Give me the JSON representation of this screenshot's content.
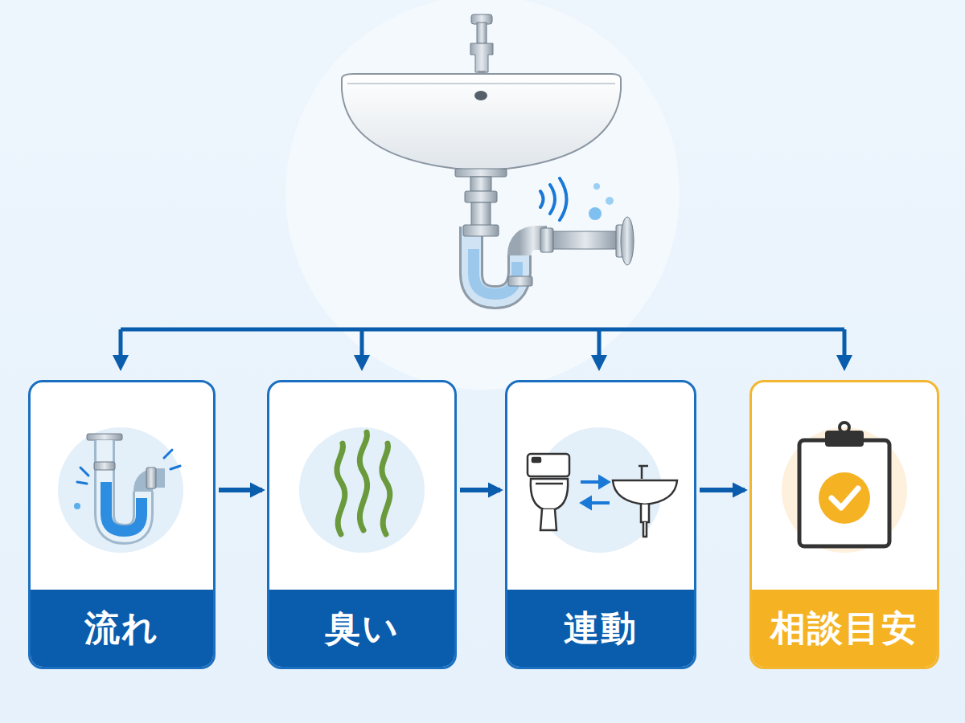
{
  "diagram": {
    "nodes": [
      {
        "text": [
          "流れ"
        ]
      },
      {
        "text": [
          "臭い"
        ]
      },
      {
        "text": [
          "連動"
        ]
      },
      {
        "text": [
          "相談目安"
        ]
      }
    ],
    "edges": [
      {
        "from": 0,
        "to": 1,
        "arrow": "to"
      },
      {
        "from": 1,
        "to": 2,
        "arrow": "to"
      },
      {
        "from": 2,
        "to": 3,
        "arrow": "to"
      }
    ]
  }
}
